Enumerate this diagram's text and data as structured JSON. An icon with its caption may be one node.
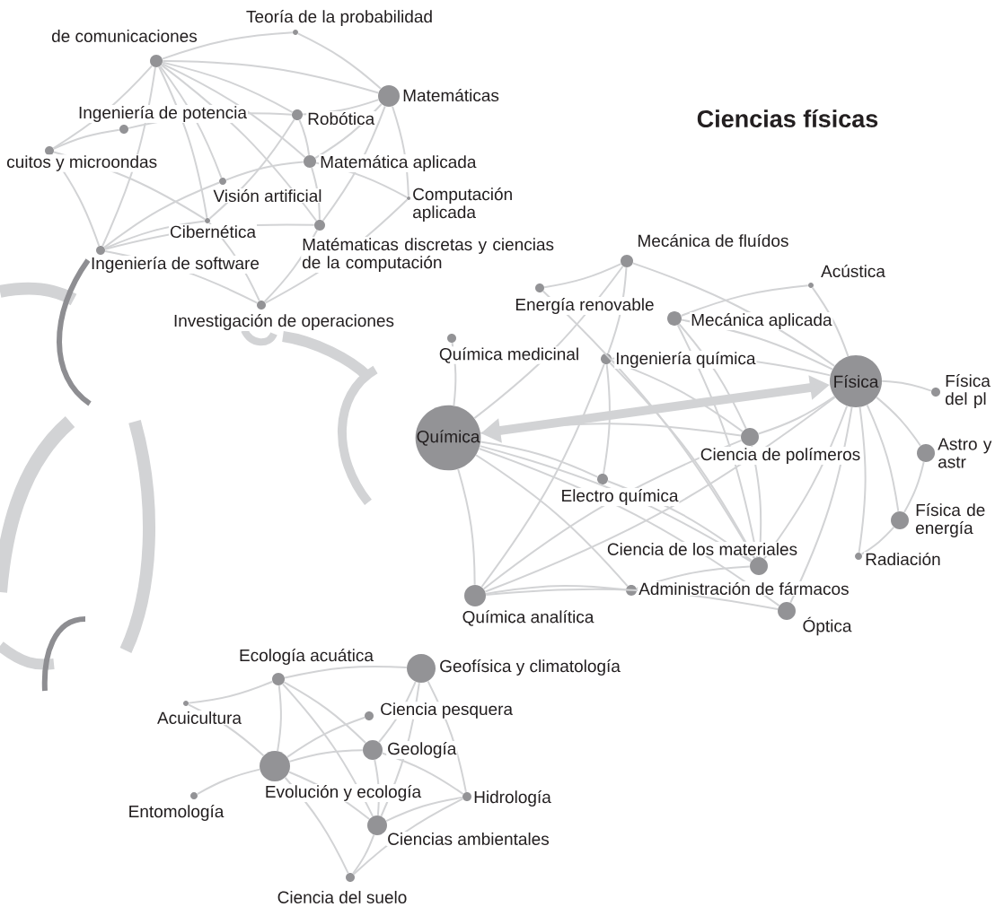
{
  "diagram": {
    "title": "Ciencias físicas",
    "nodes": [
      {
        "text": [],
        "shape": "circle",
        "beside": [
          "de comunicaciones"
        ]
      },
      {
        "text": [],
        "shape": "circle",
        "beside": [
          "Teoría de la probabilidad"
        ]
      },
      {
        "text": [],
        "shape": "circle",
        "beside": [
          "Matemáticas"
        ]
      },
      {
        "text": [],
        "shape": "circle",
        "beside": [
          "Robótica"
        ]
      },
      {
        "text": [],
        "shape": "circle",
        "beside": [
          "Ingeniería de potencia"
        ]
      },
      {
        "text": [],
        "shape": "circle",
        "beside": [
          "cuitos y microondas"
        ]
      },
      {
        "text": [],
        "shape": "circle",
        "beside": [
          "Matemática aplicada"
        ]
      },
      {
        "text": [],
        "shape": "circle",
        "beside": [
          "Visión artificial"
        ]
      },
      {
        "text": [],
        "shape": "circle",
        "beside": [
          "Computación aplicada"
        ]
      },
      {
        "text": [],
        "shape": "circle",
        "beside": [
          "Cibernética"
        ]
      },
      {
        "text": [],
        "shape": "circle",
        "beside": [
          "Matématicas discretas y ciencias de la computación"
        ]
      },
      {
        "text": [],
        "shape": "circle",
        "beside": [
          "Ingeniería de software"
        ]
      },
      {
        "text": [],
        "shape": "circle",
        "beside": [
          "Investigación de operaciones"
        ]
      },
      {
        "text": [],
        "shape": "circle",
        "beside": [
          "Mecánica de fluídos"
        ]
      },
      {
        "text": [],
        "shape": "circle",
        "beside": [
          "Acústica"
        ]
      },
      {
        "text": [],
        "shape": "circle",
        "beside": [
          "Energía renovable"
        ]
      },
      {
        "text": [],
        "shape": "circle",
        "beside": [
          "Mecánica aplicada"
        ]
      },
      {
        "text": [],
        "shape": "circle",
        "beside": [
          "Química medicinal"
        ]
      },
      {
        "text": [],
        "shape": "circle",
        "beside": [
          "Ingeniería química"
        ]
      },
      {
        "text": [
          "Física"
        ]
      },
      {
        "text": [],
        "shape": "circle",
        "beside": [
          "Física del pl"
        ]
      },
      {
        "text": [
          "Química"
        ]
      },
      {
        "text": [],
        "shape": "circle",
        "beside": [
          "Ciencia de polímeros"
        ]
      },
      {
        "text": [],
        "shape": "circle",
        "beside": [
          "Astro y astr"
        ]
      },
      {
        "text": [],
        "shape": "circle",
        "beside": [
          "Electro química"
        ]
      },
      {
        "text": [],
        "shape": "circle",
        "beside": [
          "Física de energía"
        ]
      },
      {
        "text": [],
        "shape": "circle",
        "beside": [
          "Ciencia de los materiales"
        ]
      },
      {
        "text": [],
        "shape": "circle",
        "beside": [
          "Radiación"
        ]
      },
      {
        "text": [],
        "shape": "circle",
        "beside": [
          "Administración de fármacos"
        ]
      },
      {
        "text": [],
        "shape": "circle",
        "beside": [
          "Química analítica"
        ]
      },
      {
        "text": [],
        "shape": "circle",
        "beside": [
          "Óptica"
        ]
      },
      {
        "text": [],
        "shape": "circle",
        "beside": [
          "Ecología acuática"
        ]
      },
      {
        "text": [],
        "shape": "circle",
        "beside": [
          "Geofísica y climatología"
        ]
      },
      {
        "text": [],
        "shape": "circle",
        "beside": [
          "Acuicultura"
        ]
      },
      {
        "text": [],
        "shape": "circle",
        "beside": [
          "Ciencia pesquera"
        ]
      },
      {
        "text": [],
        "shape": "circle",
        "beside": [
          "Geología"
        ]
      },
      {
        "text": [],
        "shape": "circle",
        "beside": [
          "Evolución y ecología"
        ]
      },
      {
        "text": [],
        "shape": "circle",
        "beside": [
          "Entomología"
        ]
      },
      {
        "text": [],
        "shape": "circle",
        "beside": [
          "Hidrología"
        ]
      },
      {
        "text": [],
        "shape": "circle",
        "beside": [
          "Ciencias ambientales"
        ]
      },
      {
        "text": [],
        "shape": "circle",
        "beside": [
          "Ciencia del suelo"
        ]
      }
    ],
    "edges": [
      {
        "from": 0,
        "to": 1,
        "arrow": "none"
      },
      {
        "from": 0,
        "to": 2,
        "arrow": "none"
      },
      {
        "from": 0,
        "to": 3,
        "arrow": "none"
      },
      {
        "from": 0,
        "to": 5,
        "arrow": "none"
      },
      {
        "from": 0,
        "to": 11,
        "arrow": "none"
      },
      {
        "from": 0,
        "to": 9,
        "arrow": "none"
      },
      {
        "from": 0,
        "to": 7,
        "arrow": "none"
      },
      {
        "from": 0,
        "to": 10,
        "arrow": "none"
      },
      {
        "from": 0,
        "to": 6,
        "arrow": "none"
      },
      {
        "from": 1,
        "to": 2,
        "arrow": "none"
      },
      {
        "from": 2,
        "to": 3,
        "arrow": "none"
      },
      {
        "from": 2,
        "to": 6,
        "arrow": "none"
      },
      {
        "from": 2,
        "to": 8,
        "arrow": "none"
      },
      {
        "from": 2,
        "to": 10,
        "arrow": "none"
      },
      {
        "from": 4,
        "to": 3,
        "arrow": "none"
      },
      {
        "from": 3,
        "to": 6,
        "arrow": "none"
      },
      {
        "from": 3,
        "to": 9,
        "arrow": "none"
      },
      {
        "from": 5,
        "to": 4,
        "arrow": "none"
      },
      {
        "from": 5,
        "to": 11,
        "arrow": "none"
      },
      {
        "from": 5,
        "to": 9,
        "arrow": "none"
      },
      {
        "from": 7,
        "to": 6,
        "arrow": "none"
      },
      {
        "from": 6,
        "to": 8,
        "arrow": "none"
      },
      {
        "from": 6,
        "to": 10,
        "arrow": "none"
      },
      {
        "from": 11,
        "to": 7,
        "arrow": "none"
      },
      {
        "from": 11,
        "to": 10,
        "arrow": "none"
      },
      {
        "from": 11,
        "to": 9,
        "arrow": "none"
      },
      {
        "from": 11,
        "to": 12,
        "arrow": "none"
      },
      {
        "from": 9,
        "to": 12,
        "arrow": "none"
      },
      {
        "from": 10,
        "to": 12,
        "arrow": "none"
      },
      {
        "from": 8,
        "to": 12,
        "arrow": "none"
      },
      {
        "from": 13,
        "to": 15,
        "arrow": "none"
      },
      {
        "from": 13,
        "to": 19,
        "arrow": "none"
      },
      {
        "from": 13,
        "to": 18,
        "arrow": "none"
      },
      {
        "from": 13,
        "to": 21,
        "arrow": "none"
      },
      {
        "from": 16,
        "to": 14,
        "arrow": "none"
      },
      {
        "from": 14,
        "to": 19,
        "arrow": "none"
      },
      {
        "from": 15,
        "to": 26,
        "arrow": "none"
      },
      {
        "from": 16,
        "to": 19,
        "arrow": "none"
      },
      {
        "from": 16,
        "to": 22,
        "arrow": "none"
      },
      {
        "from": 16,
        "to": 26,
        "arrow": "none"
      },
      {
        "from": 18,
        "to": 19,
        "arrow": "none"
      },
      {
        "from": 18,
        "to": 24,
        "arrow": "none"
      },
      {
        "from": 18,
        "to": 26,
        "arrow": "none"
      },
      {
        "from": 18,
        "to": 29,
        "arrow": "none"
      },
      {
        "from": 18,
        "to": 22,
        "arrow": "none"
      },
      {
        "from": 17,
        "to": 21,
        "arrow": "none"
      },
      {
        "from": 21,
        "to": 19,
        "arrow": "both",
        "style": "thick"
      },
      {
        "from": 19,
        "to": 20,
        "arrow": "none"
      },
      {
        "from": 19,
        "to": 23,
        "arrow": "none"
      },
      {
        "from": 19,
        "to": 25,
        "arrow": "none"
      },
      {
        "from": 19,
        "to": 27,
        "arrow": "none"
      },
      {
        "from": 19,
        "to": 30,
        "arrow": "none"
      },
      {
        "from": 19,
        "to": 22,
        "arrow": "none"
      },
      {
        "from": 19,
        "to": 26,
        "arrow": "none"
      },
      {
        "from": 19,
        "to": 29,
        "arrow": "none"
      },
      {
        "from": 21,
        "to": 22,
        "arrow": "none"
      },
      {
        "from": 21,
        "to": 24,
        "arrow": "none"
      },
      {
        "from": 21,
        "to": 26,
        "arrow": "none"
      },
      {
        "from": 21,
        "to": 28,
        "arrow": "none"
      },
      {
        "from": 21,
        "to": 29,
        "arrow": "none"
      },
      {
        "from": 21,
        "to": 30,
        "arrow": "none"
      },
      {
        "from": 23,
        "to": 25,
        "arrow": "none"
      },
      {
        "from": 25,
        "to": 27,
        "arrow": "none"
      },
      {
        "from": 24,
        "to": 26,
        "arrow": "none"
      },
      {
        "from": 29,
        "to": 22,
        "arrow": "none"
      },
      {
        "from": 22,
        "to": 26,
        "arrow": "none"
      },
      {
        "from": 29,
        "to": 28,
        "arrow": "none"
      },
      {
        "from": 29,
        "to": 30,
        "arrow": "none"
      },
      {
        "from": 28,
        "to": 26,
        "arrow": "none"
      },
      {
        "from": 31,
        "to": 32,
        "arrow": "none"
      },
      {
        "from": 31,
        "to": 33,
        "arrow": "none"
      },
      {
        "from": 31,
        "to": 36,
        "arrow": "none"
      },
      {
        "from": 31,
        "to": 35,
        "arrow": "none"
      },
      {
        "from": 31,
        "to": 39,
        "arrow": "none"
      },
      {
        "from": 32,
        "to": 35,
        "arrow": "none"
      },
      {
        "from": 32,
        "to": 38,
        "arrow": "none"
      },
      {
        "from": 32,
        "to": 39,
        "arrow": "none"
      },
      {
        "from": 33,
        "to": 36,
        "arrow": "none"
      },
      {
        "from": 36,
        "to": 34,
        "arrow": "none"
      },
      {
        "from": 36,
        "to": 35,
        "arrow": "none"
      },
      {
        "from": 35,
        "to": 38,
        "arrow": "none"
      },
      {
        "from": 35,
        "to": 39,
        "arrow": "none"
      },
      {
        "from": 37,
        "to": 36,
        "arrow": "none"
      },
      {
        "from": 36,
        "to": 39,
        "arrow": "none"
      },
      {
        "from": 36,
        "to": 40,
        "arrow": "none"
      },
      {
        "from": 39,
        "to": 38,
        "arrow": "none"
      },
      {
        "from": 40,
        "to": 38,
        "arrow": "none"
      },
      {
        "from": 39,
        "to": 40,
        "arrow": "none"
      }
    ]
  }
}
